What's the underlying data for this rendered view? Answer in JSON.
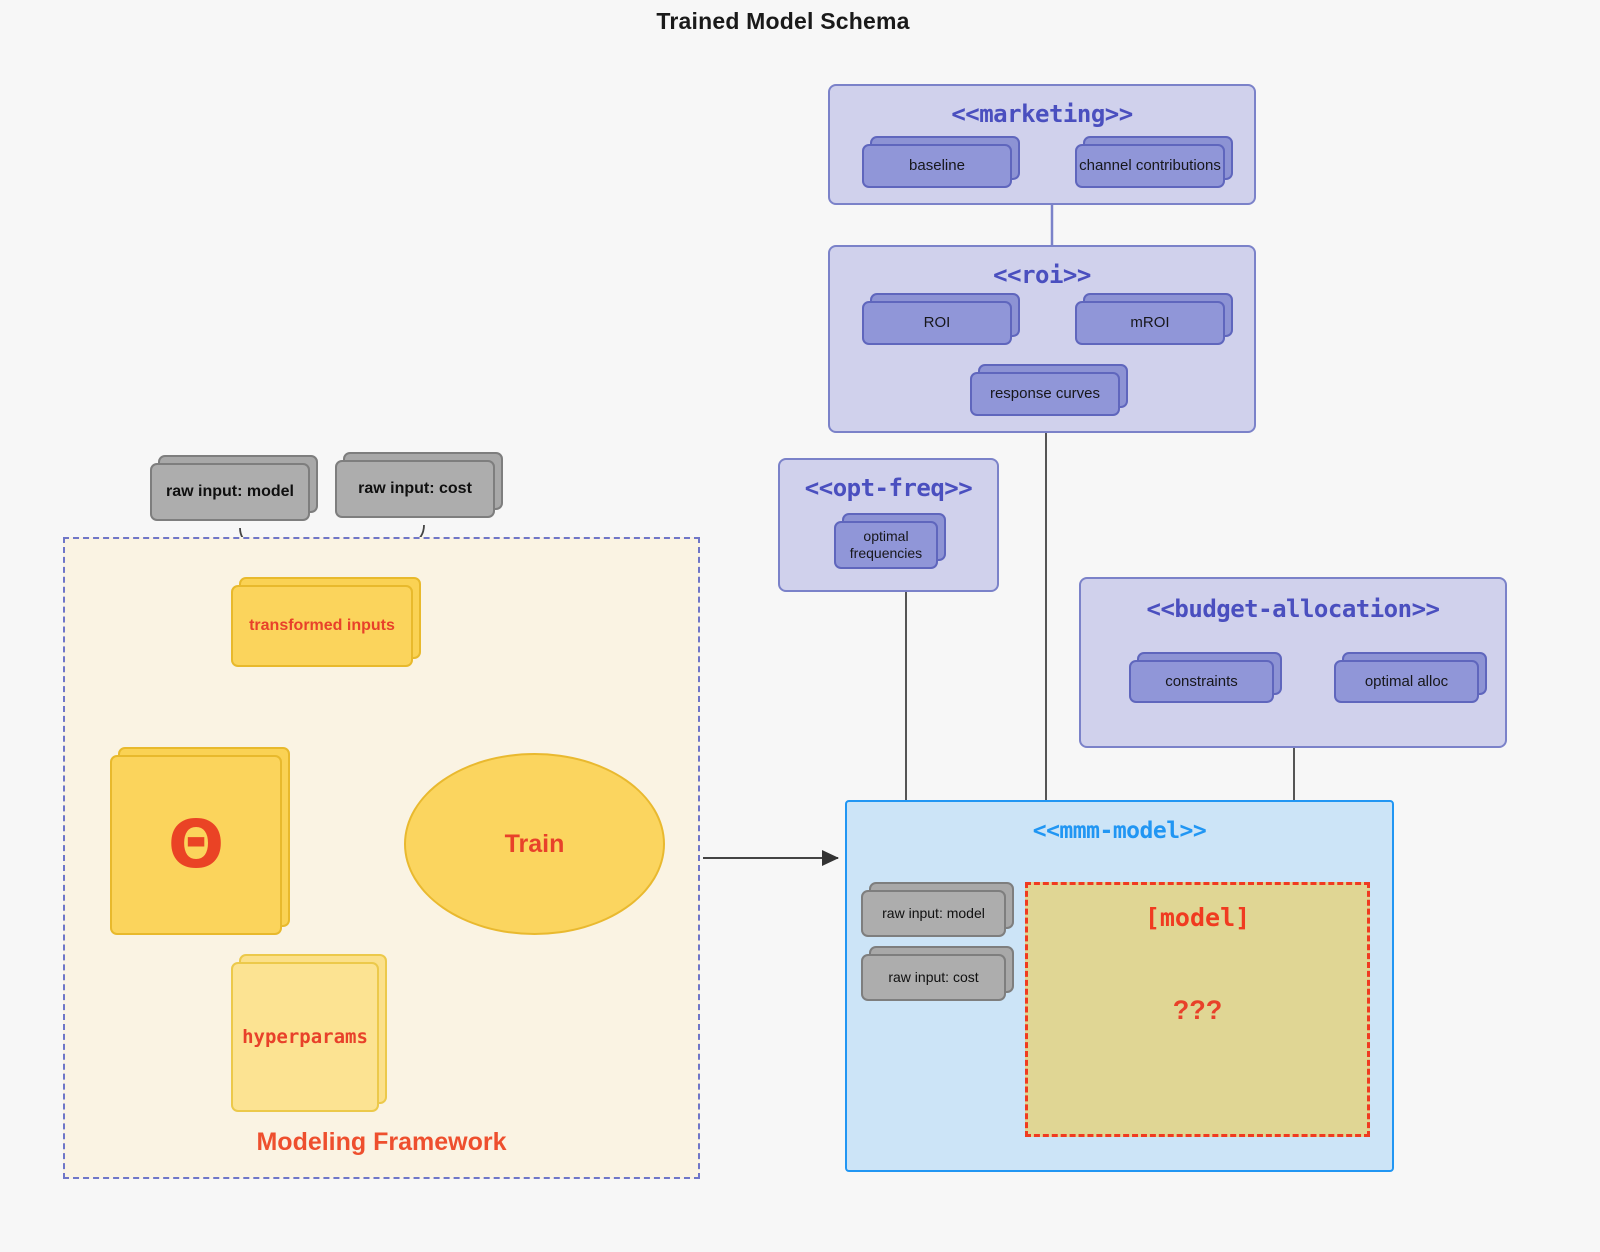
{
  "title": "Trained Model Schema",
  "colors": {
    "background": "#f7f7f7",
    "package_fill": "#d0d1ec",
    "package_border": "#7b82c9",
    "package_title": "#4a4fbf",
    "card_purple": "#9096d8",
    "card_gray": "#adadad",
    "card_gold": "#fbd45c",
    "card_gold_lite": "#fce392",
    "framework_fill": "#faf3e3",
    "framework_border": "#6f76c8",
    "accent_red": "#e8412a",
    "mmm_fill": "#cce4f7",
    "mmm_border": "#2196f3",
    "model_fill": "#e0d694",
    "model_border": "#f03b20"
  },
  "packages": {
    "marketing": {
      "title": "<<marketing>>",
      "nodes": [
        {
          "label": "baseline"
        },
        {
          "label": "channel contributions"
        }
      ],
      "relation": "bidirectional"
    },
    "roi": {
      "title": "<<roi>>",
      "nodes": [
        {
          "label": "ROI"
        },
        {
          "label": "mROI"
        },
        {
          "label": "response curves"
        }
      ],
      "relation": "bidirectional"
    },
    "opt_freq": {
      "title": "<<opt-freq>>",
      "nodes": [
        {
          "label": "optimal\nfrequencies"
        }
      ]
    },
    "budget_allocation": {
      "title": "<<budget-allocation>>",
      "nodes": [
        {
          "label": "constraints"
        },
        {
          "label": "optimal alloc"
        }
      ],
      "relation": "bidirectional"
    },
    "mmm_model": {
      "title": "<<mmm-model>>",
      "inputs": [
        {
          "label": "raw input: model"
        },
        {
          "label": "raw input: cost"
        }
      ],
      "model_box": {
        "label": "[model]",
        "placeholder": "???"
      }
    }
  },
  "framework": {
    "label": "Modeling Framework",
    "raw_inputs": [
      {
        "label": "raw input: model"
      },
      {
        "label": "raw input: cost"
      }
    ],
    "transformed": {
      "label": "transformed inputs"
    },
    "theta": {
      "label": "Θ"
    },
    "hyperparams": {
      "label": "hyperparams"
    },
    "train": {
      "label": "Train"
    }
  }
}
